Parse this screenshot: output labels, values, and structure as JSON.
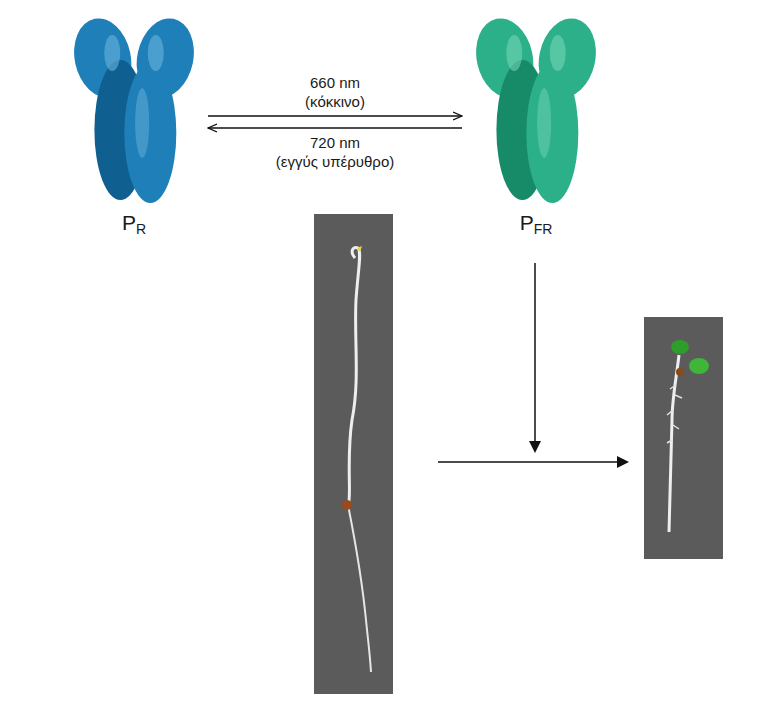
{
  "diagram": {
    "nodes": [
      {
        "text": [
          "PR"
        ]
      },
      {
        "text": [
          "PFR"
        ]
      }
    ],
    "edges": [
      {
        "from": 0,
        "to": 1,
        "label": "660 nm (κόκκινο)",
        "arrow": "to"
      },
      {
        "from": 1,
        "to": 0,
        "label": "720 nm (εγγύς υπέρυθρο)",
        "arrow": "to"
      }
    ]
  }
}
